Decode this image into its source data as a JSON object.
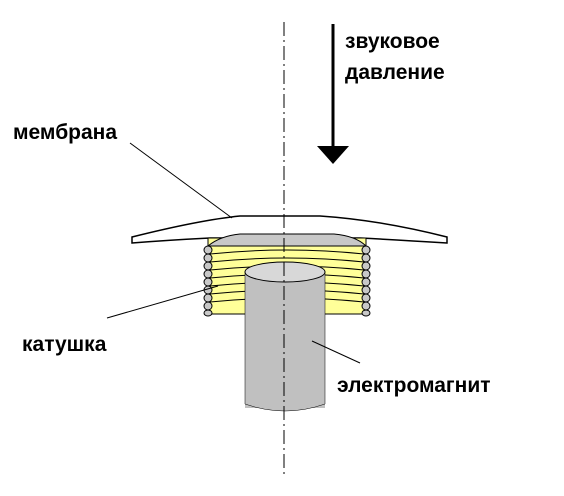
{
  "labels": {
    "sound_pressure_line1": "звуковое",
    "sound_pressure_line2": "давление",
    "membrane": "мембрана",
    "coil": "катушка",
    "electromagnet": "электромагнит"
  },
  "colors": {
    "coil_fill": "#ffff99",
    "coil_windings": "#c8c8c8",
    "magnet_fill": "#c0c0c0",
    "outline": "#000000",
    "background": "#ffffff"
  }
}
